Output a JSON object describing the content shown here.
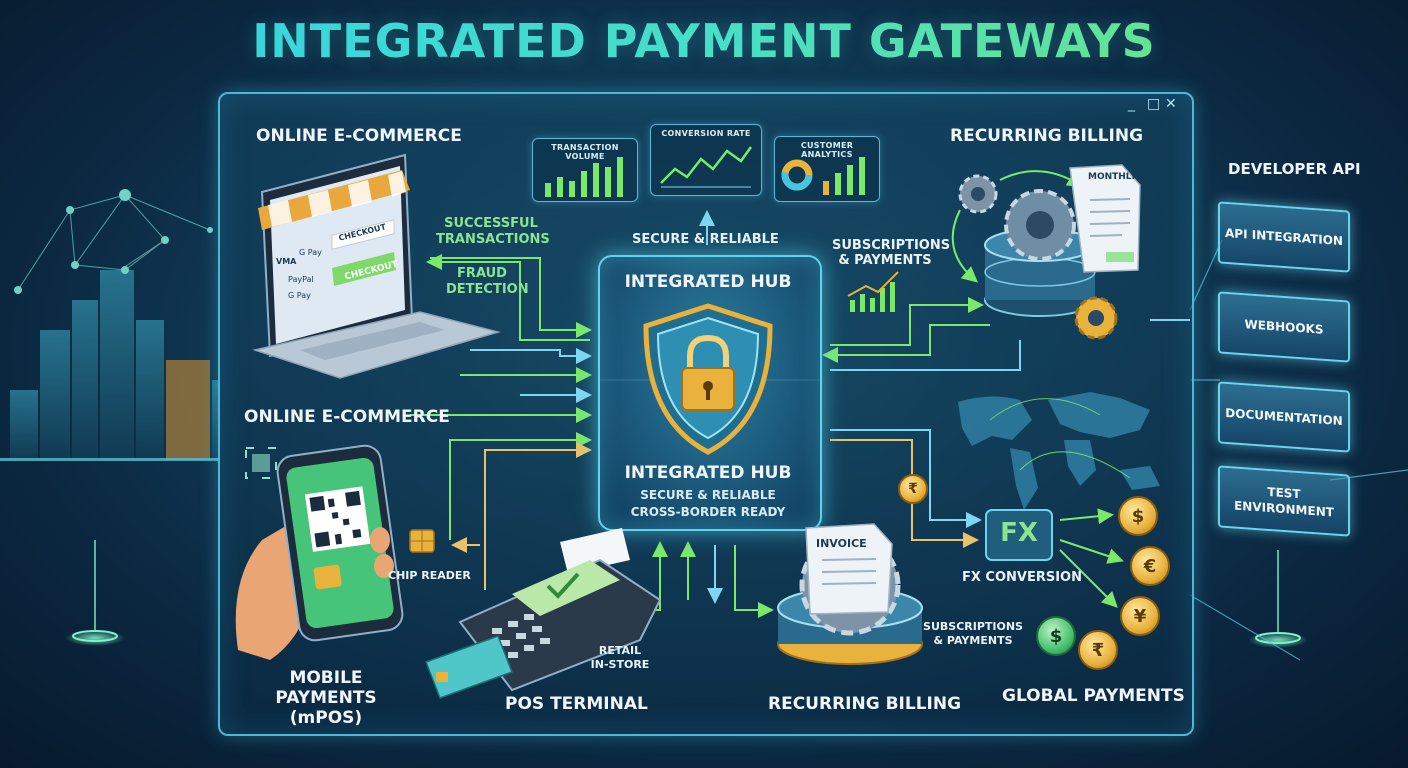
{
  "title": "INTEGRATED PAYMENT GATEWAYS",
  "window_controls": [
    "_",
    "□",
    "✕"
  ],
  "ecommerce": {
    "label_top": "ONLINE E-COMMERCE",
    "label_bottom": "ONLINE E-COMMERCE",
    "checkout_text": "CHECKOUT",
    "checkout_button": "CHECKOUT",
    "payment_options": [
      "VMA",
      "G Pay",
      "PayPal",
      "G Pay"
    ],
    "flow_labels": [
      "SUCCESSFUL TRANSACTIONS",
      "FRAUD DETECTION"
    ]
  },
  "analytics": {
    "cards": [
      "TRANSACTION VOLUME",
      "CONVERSION RATE",
      "CUSTOMER ANALYTICS"
    ],
    "tagline": "SECURE & RELIABLE"
  },
  "hub": {
    "title_top": "INTEGRATED HUB",
    "title_bottom": "INTEGRATED HUB",
    "line1": "SECURE & RELIABLE",
    "line2": "CROSS-BORDER READY"
  },
  "recurring": {
    "label_top": "RECURRING BILLING",
    "label_bottom": "RECURRING BILLING",
    "subs_label_top": "SUBSCRIPTIONS & PAYMENTS",
    "subs_label_bottom": "SUBSCRIPTIONS & PAYMENTS",
    "doc_label": "MONTHLY",
    "invoice_label": "INVOICE"
  },
  "developer_api": {
    "title": "DEVELOPER API",
    "items": [
      "API INTEGRATION",
      "WEBHOOKS",
      "DOCUMENTATION",
      "TEST ENVIRONMENT"
    ]
  },
  "mobile": {
    "label": "MOBILE PAYMENTS (mPOS)",
    "chip_label": "CHIP READER"
  },
  "pos": {
    "label": "POS TERMINAL",
    "retail_label": "RETAIL IN-STORE"
  },
  "global": {
    "fx_box": "FX",
    "fx_label": "FX CONVERSION",
    "label": "GLOBAL PAYMENTS",
    "coins": [
      "₹",
      "$",
      "€",
      "¥",
      "$",
      "₹"
    ]
  },
  "colors": {
    "accent_green": "#7be86a",
    "accent_cyan": "#2fd1e6",
    "gold": "#e9b23d",
    "frame": "#4fb7d6"
  }
}
